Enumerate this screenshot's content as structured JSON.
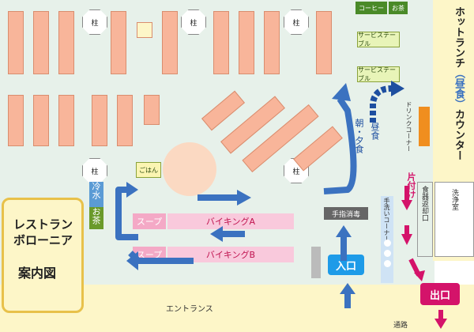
{
  "title_panel": {
    "line1": "レストラン",
    "line2": "ボローニア",
    "line3": "案内図"
  },
  "labels": {
    "pillar": "柱",
    "coffee": "コーヒー",
    "tea": "お茶",
    "service_table": "サービステーブル",
    "hot_lunch_counter_1": "ホットランチ",
    "hot_lunch_counter_paren": "（昼食）",
    "hot_lunch_counter_2": "カウンター",
    "drink_corner": "ドリンクコーナー",
    "rice": "ごはん",
    "cold_water": "冷水",
    "ocha": "お茶",
    "soup_a": "スープ",
    "buffet_a": "バイキングA",
    "soup_b": "スープ",
    "buffet_b": "バイキングB",
    "hand_sanitizer": "手指消毒",
    "handwash_corner": "手洗いコーナー",
    "entrance_btn": "入口",
    "exit_btn": "出口",
    "cleanup": "片付け",
    "dish_return": "食器返却口",
    "wash_room": "洗浄室",
    "entrance": "エントランス",
    "passage": "通路",
    "breakfast_dinner": "朝・夕食",
    "lunch": "昼食"
  },
  "colors": {
    "table": "#f8b59a",
    "arrow_blue": "#3b72c0",
    "arrow_pink": "#d4136a",
    "exit": "#d4136a"
  }
}
